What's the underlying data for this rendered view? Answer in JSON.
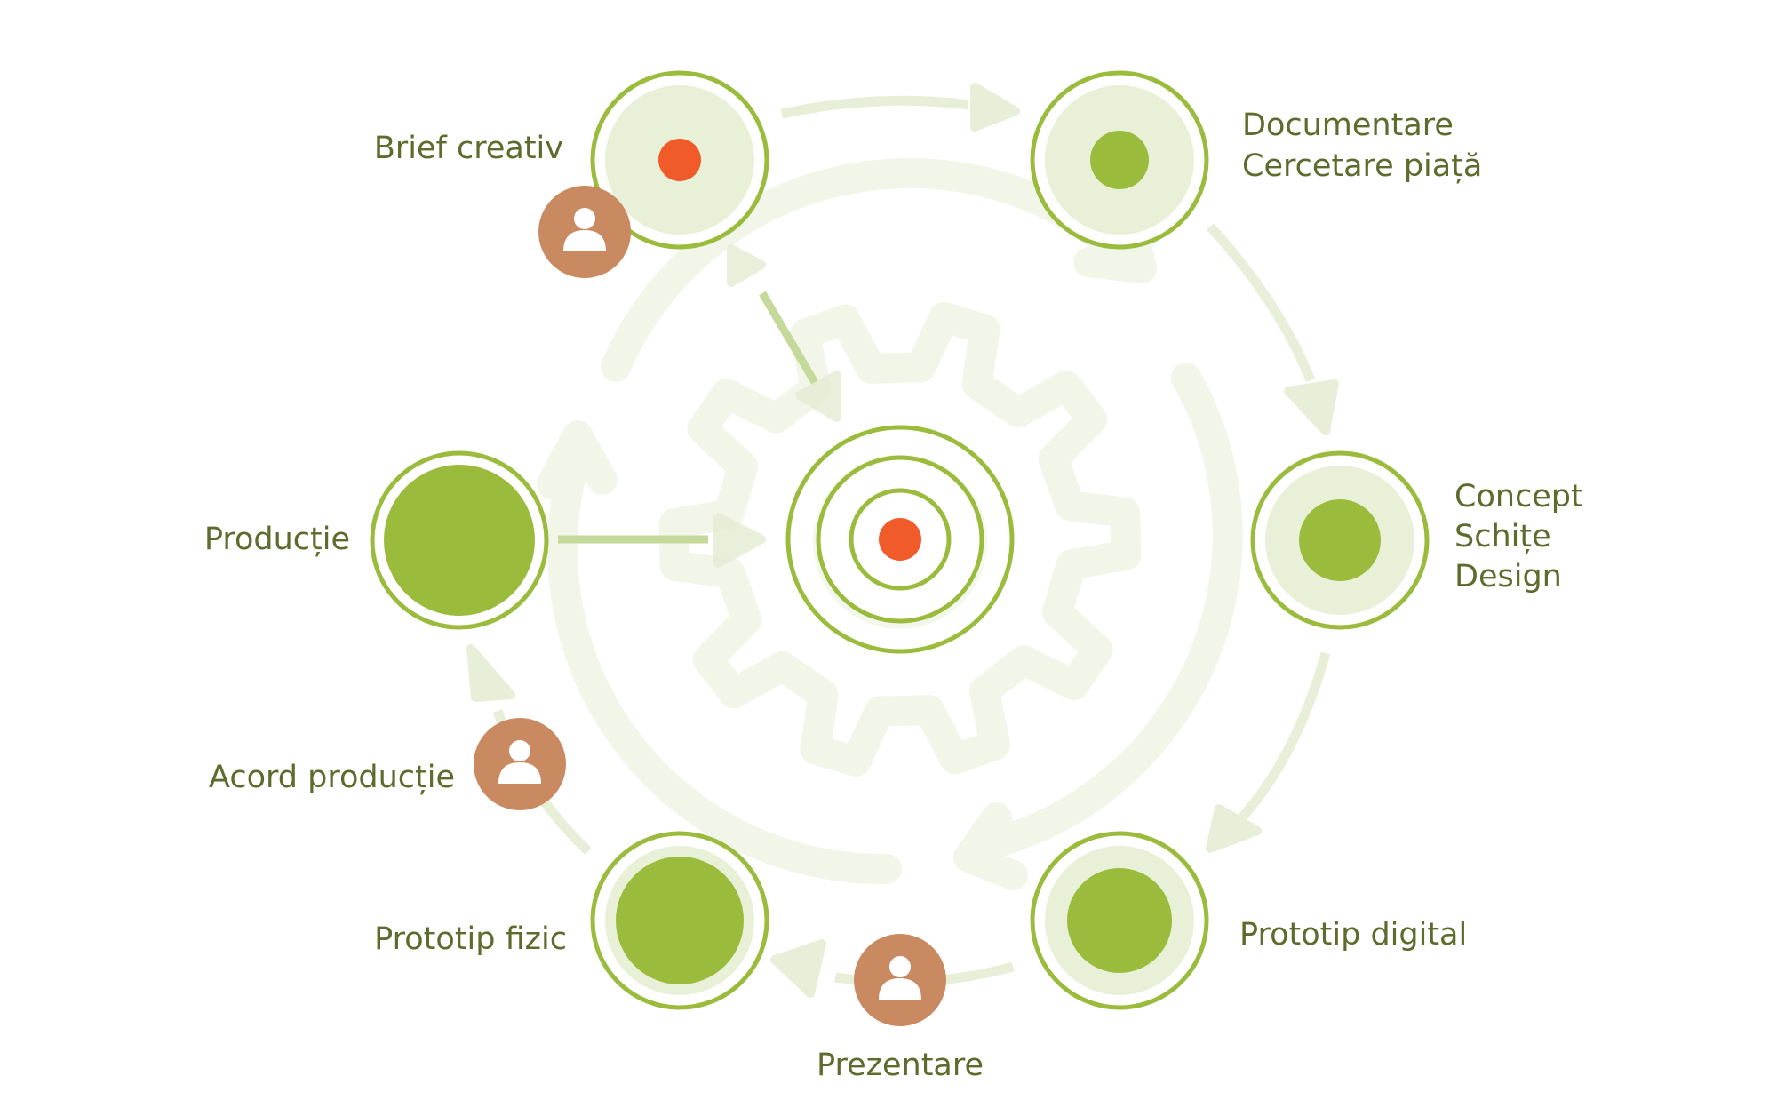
{
  "diagram": {
    "type": "process-cycle",
    "colors": {
      "label_text": "#5d6b2c",
      "ring": "#9bbb3d",
      "node_core": "#9bbb3d",
      "start_core": "#f15a29",
      "halo": "#e8f0d8",
      "connector": "#e8efd8",
      "background_shapes": "#f2f6e9",
      "person_badge": "#c98a62"
    },
    "center": {
      "name": "target",
      "icon": "target-icon"
    },
    "background": {
      "gear_icon": "gear-icon",
      "cycle_arrows_icon": "circular-arrows-icon"
    },
    "nodes": [
      {
        "id": "brief",
        "lines": [
          "Brief creativ"
        ],
        "core": "orange",
        "badge": true
      },
      {
        "id": "research",
        "lines": [
          "Documentare",
          "Cercetare piață"
        ],
        "core": "green-small",
        "badge": false
      },
      {
        "id": "concept",
        "lines": [
          "Concept",
          "Schițe",
          "Design"
        ],
        "core": "green-medium",
        "badge": false
      },
      {
        "id": "digital",
        "lines": [
          "Prototip digital"
        ],
        "core": "green-large",
        "badge": false
      },
      {
        "id": "physical",
        "lines": [
          "Prototip fizic"
        ],
        "core": "green-xlarge",
        "badge": false
      },
      {
        "id": "production",
        "lines": [
          "Producție"
        ],
        "core": "green-full",
        "badge": false
      }
    ],
    "checkpoints": [
      {
        "id": "presentation",
        "label": "Prezentare",
        "icon": "person-icon"
      },
      {
        "id": "approval",
        "label": "Acord producție",
        "icon": "person-icon"
      }
    ],
    "flow": [
      "Brief creativ → Documentare",
      "Documentare → Concept",
      "Concept → Prototip digital",
      "Prototip digital → Prototip fizic (via Prezentare)",
      "Prototip fizic → Producție (via Acord producție)",
      "Brief creativ → center",
      "Producție → center"
    ]
  }
}
